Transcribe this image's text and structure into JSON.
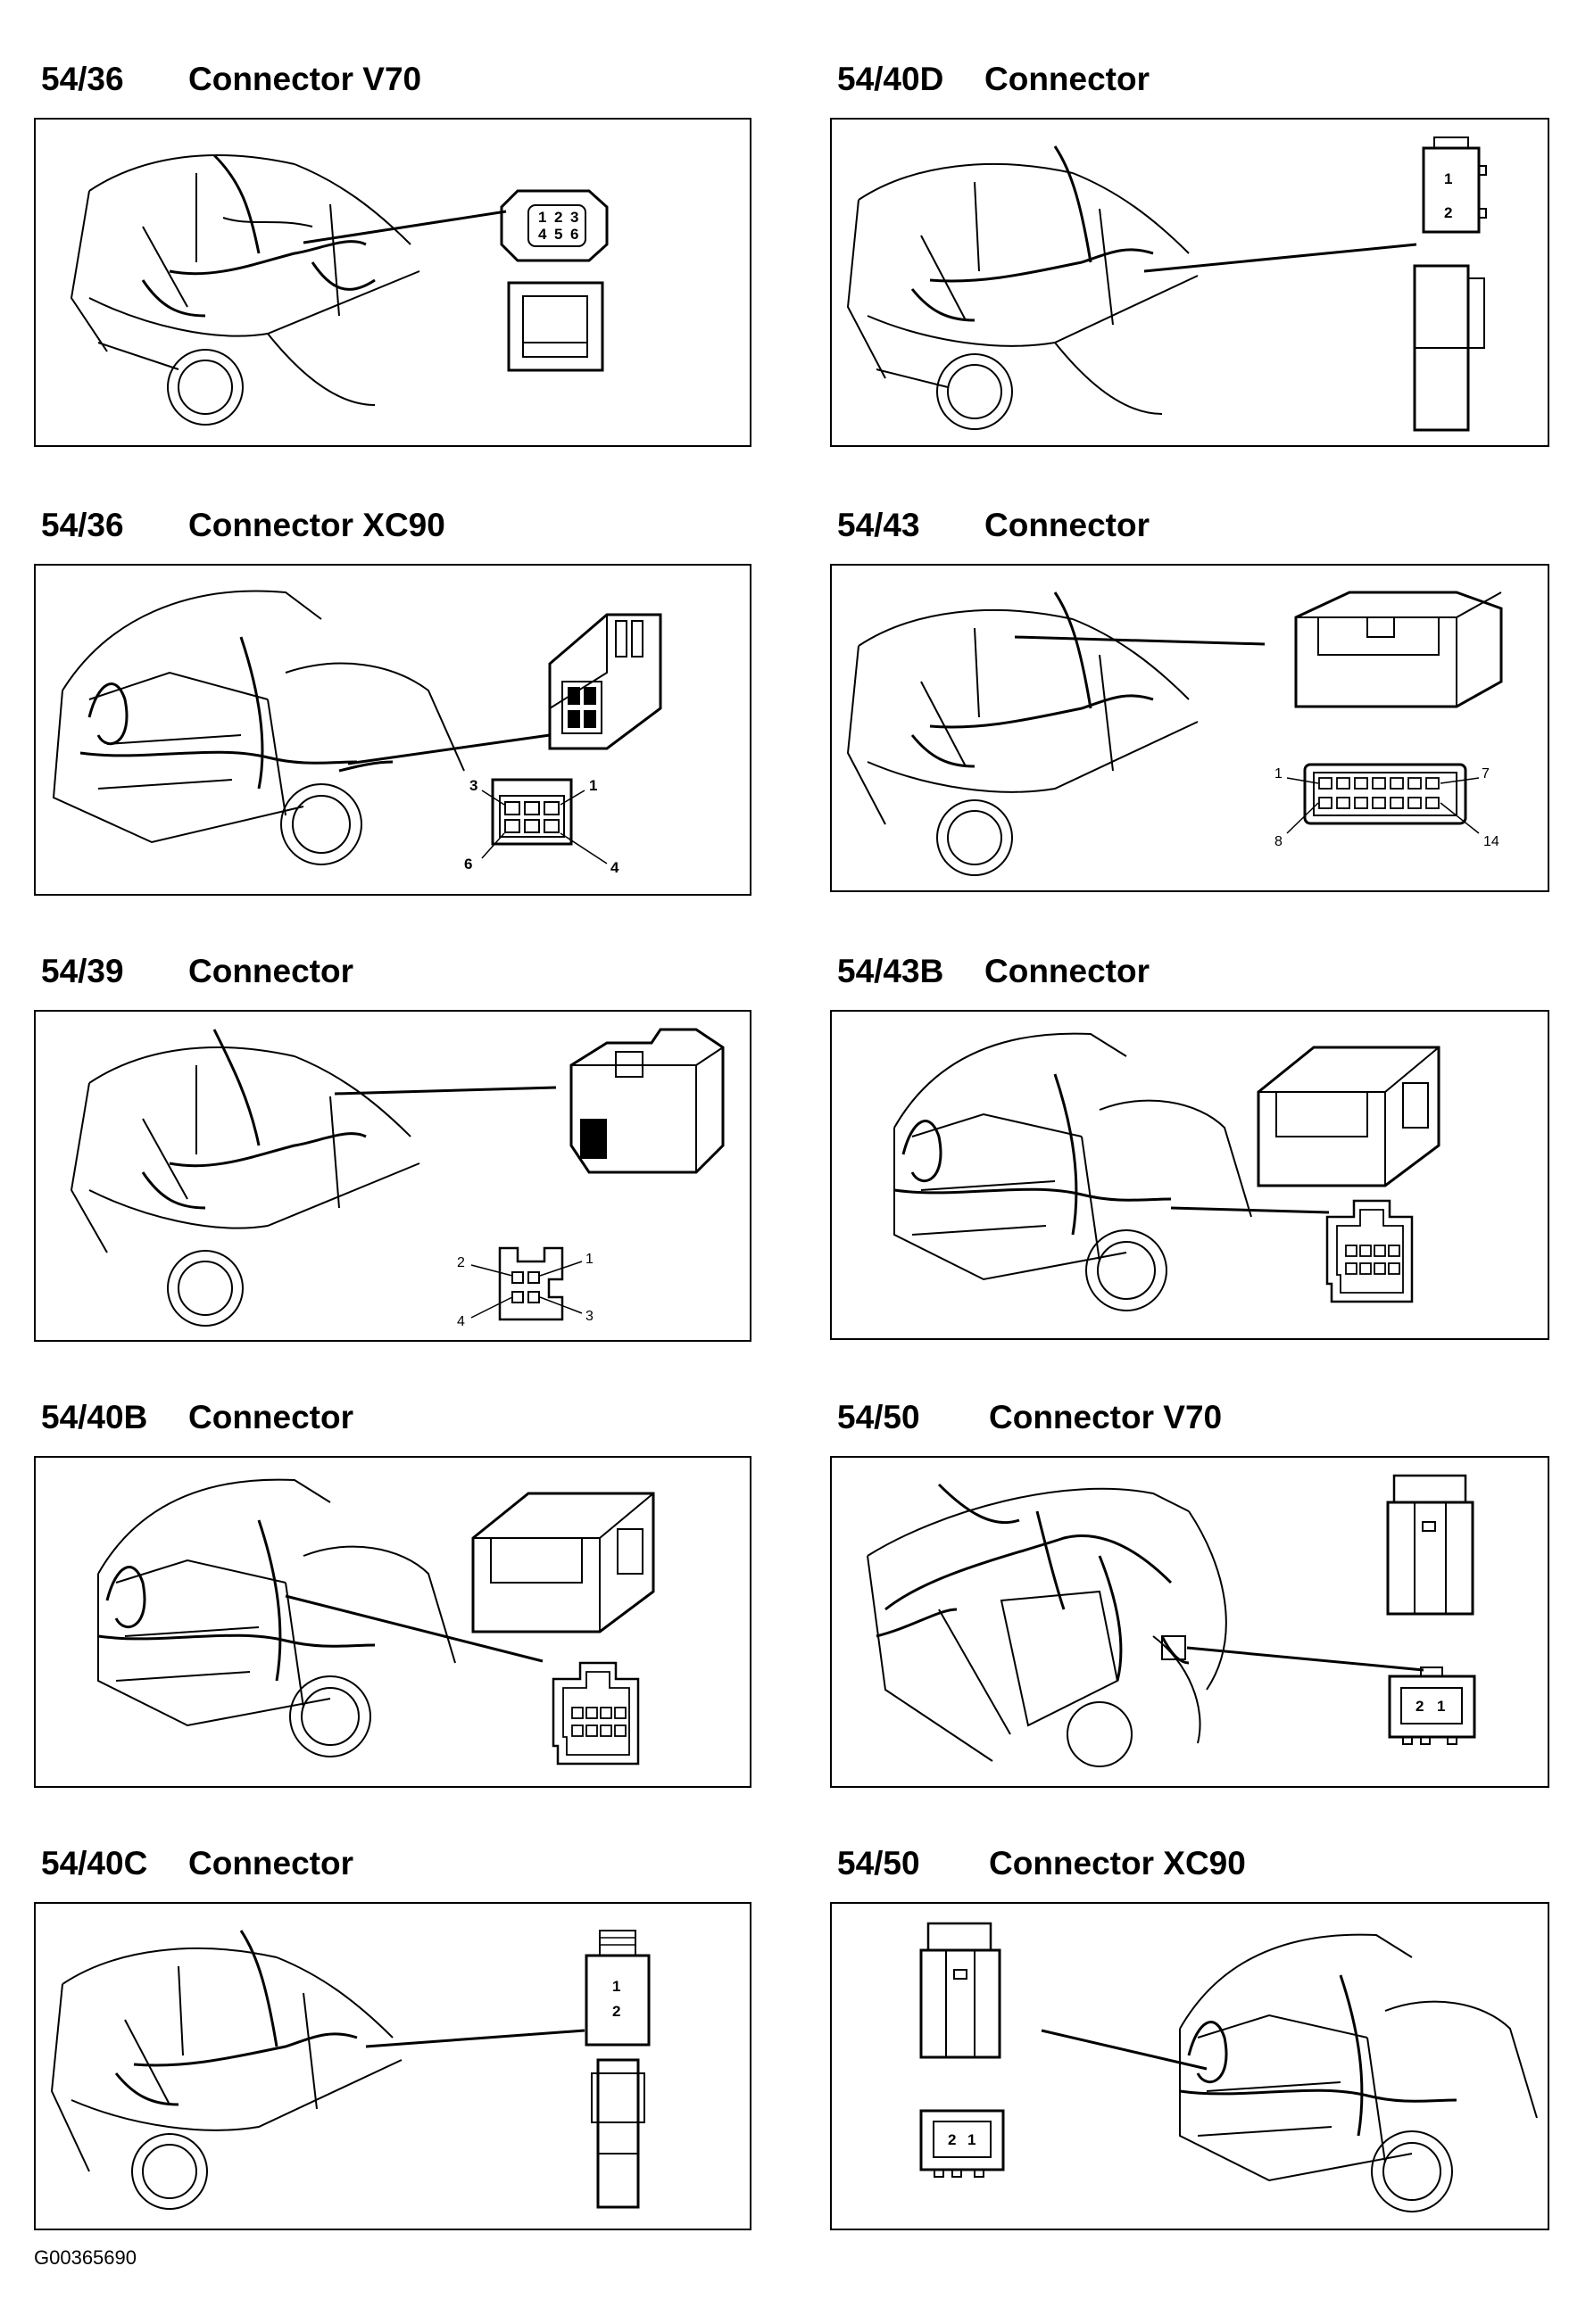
{
  "panels": [
    {
      "code": "54/36",
      "name": "Connector V70",
      "view": "front-left",
      "connector": "6-pin round housing",
      "pins": [
        "1",
        "2",
        "3",
        "4",
        "5",
        "6"
      ]
    },
    {
      "code": "54/40D",
      "name": "Connector",
      "view": "front-left",
      "connector": "2-pin",
      "pins": [
        "1",
        "2"
      ]
    },
    {
      "code": "54/36",
      "name": "Connector XC90",
      "view": "rear-left",
      "connector": "6-pin",
      "pins": [
        "3",
        "1",
        "6",
        "4"
      ]
    },
    {
      "code": "54/43",
      "name": "Connector",
      "view": "front-left",
      "connector": "14-pin",
      "pins": [
        "1",
        "7",
        "8",
        "14"
      ]
    },
    {
      "code": "54/39",
      "name": "Connector",
      "view": "front-left",
      "connector": "4-pin",
      "pins": [
        "2",
        "1",
        "4",
        "3"
      ]
    },
    {
      "code": "54/43B",
      "name": "Connector",
      "view": "rear-left",
      "connector": "8-pin",
      "pins": []
    },
    {
      "code": "54/40B",
      "name": "Connector",
      "view": "rear-left",
      "connector": "8-pin",
      "pins": []
    },
    {
      "code": "54/50",
      "name": "Connector V70",
      "view": "top-rear",
      "connector": "2-pin",
      "pins": [
        "2",
        "1"
      ]
    },
    {
      "code": "54/40C",
      "name": "Connector",
      "view": "front-left",
      "connector": "2-pin",
      "pins": [
        "1",
        "2"
      ]
    },
    {
      "code": "54/50",
      "name": "Connector XC90",
      "view": "rear-left",
      "connector": "2-pin",
      "pins": [
        "2",
        "1"
      ]
    }
  ],
  "figure_id": "G00365690"
}
